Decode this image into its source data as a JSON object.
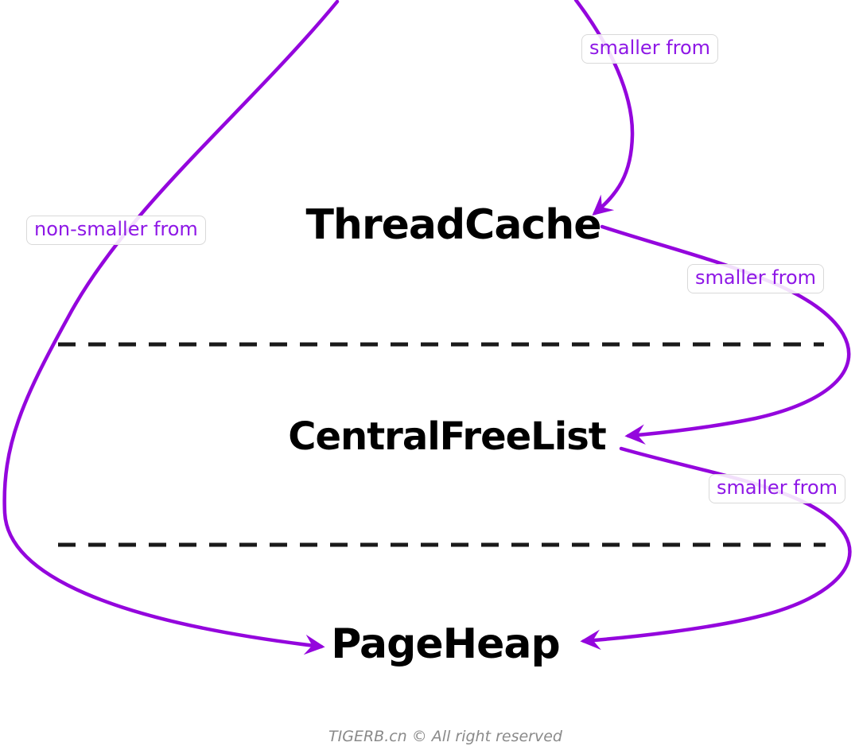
{
  "diagram": {
    "title_hint": "tcmalloc-style memory allocation layers",
    "nodes": [
      {
        "id": "thread-cache",
        "label": "ThreadCache"
      },
      {
        "id": "central-free-list",
        "label": "CentralFreeList"
      },
      {
        "id": "page-heap",
        "label": "PageHeap"
      }
    ],
    "edge_labels": [
      {
        "id": "smaller-from-top",
        "label": "smaller from"
      },
      {
        "id": "non-smaller-from",
        "label": "non-smaller from"
      },
      {
        "id": "smaller-from-mid",
        "label": "smaller from"
      },
      {
        "id": "smaller-from-bottom",
        "label": "smaller from"
      }
    ],
    "edges": [
      {
        "id": "edge-top-to-threadcache",
        "label_ref": "smaller-from-top"
      },
      {
        "id": "edge-top-to-pageheap",
        "label_ref": "non-smaller-from"
      },
      {
        "id": "edge-threadcache-to-centralfreelist",
        "label_ref": "smaller-from-mid"
      },
      {
        "id": "edge-centralfreelist-to-pageheap",
        "label_ref": "smaller-from-bottom"
      }
    ],
    "colors": {
      "accent": "#9406DD",
      "label_text": "#8E17E6",
      "node_text": "#000000",
      "divider": "#1A1A1A",
      "label_border": "#D9D9D9",
      "label_bg": "#FFFFFF",
      "footer_text": "#8A8A8A"
    }
  },
  "footer": {
    "text": "TIGERB.cn © All right reserved"
  }
}
